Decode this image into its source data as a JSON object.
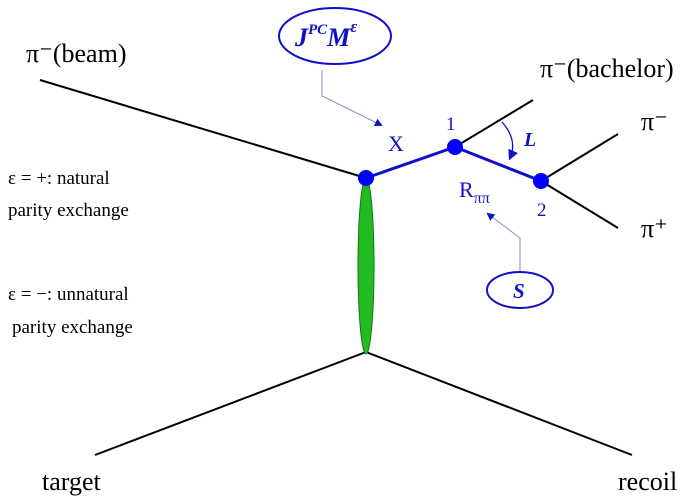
{
  "labels": {
    "beam": "π⁻(beam)",
    "bachelor": "π⁻(bachelor)",
    "pi_minus": "π⁻",
    "pi_plus": "π⁺",
    "target": "target",
    "recoil": "recoil",
    "eps_plus_line1": "ε = +: natural",
    "eps_plus_line2": "parity exchange",
    "eps_minus_line1": "ε = −: unnatural",
    "eps_minus_line2": "parity exchange",
    "x": "X",
    "vertex1": "1",
    "vertex2": "2",
    "l": "L",
    "r_base": "R",
    "r_sub": "ππ",
    "s": "S",
    "j_main": "J",
    "j_sup": "PC",
    "m_main": "M",
    "m_sup": "ε"
  },
  "colors": {
    "lines": "#000000",
    "resonance": "#1010cc",
    "vertex": "#0000ff",
    "exchange": "#22bb22"
  }
}
